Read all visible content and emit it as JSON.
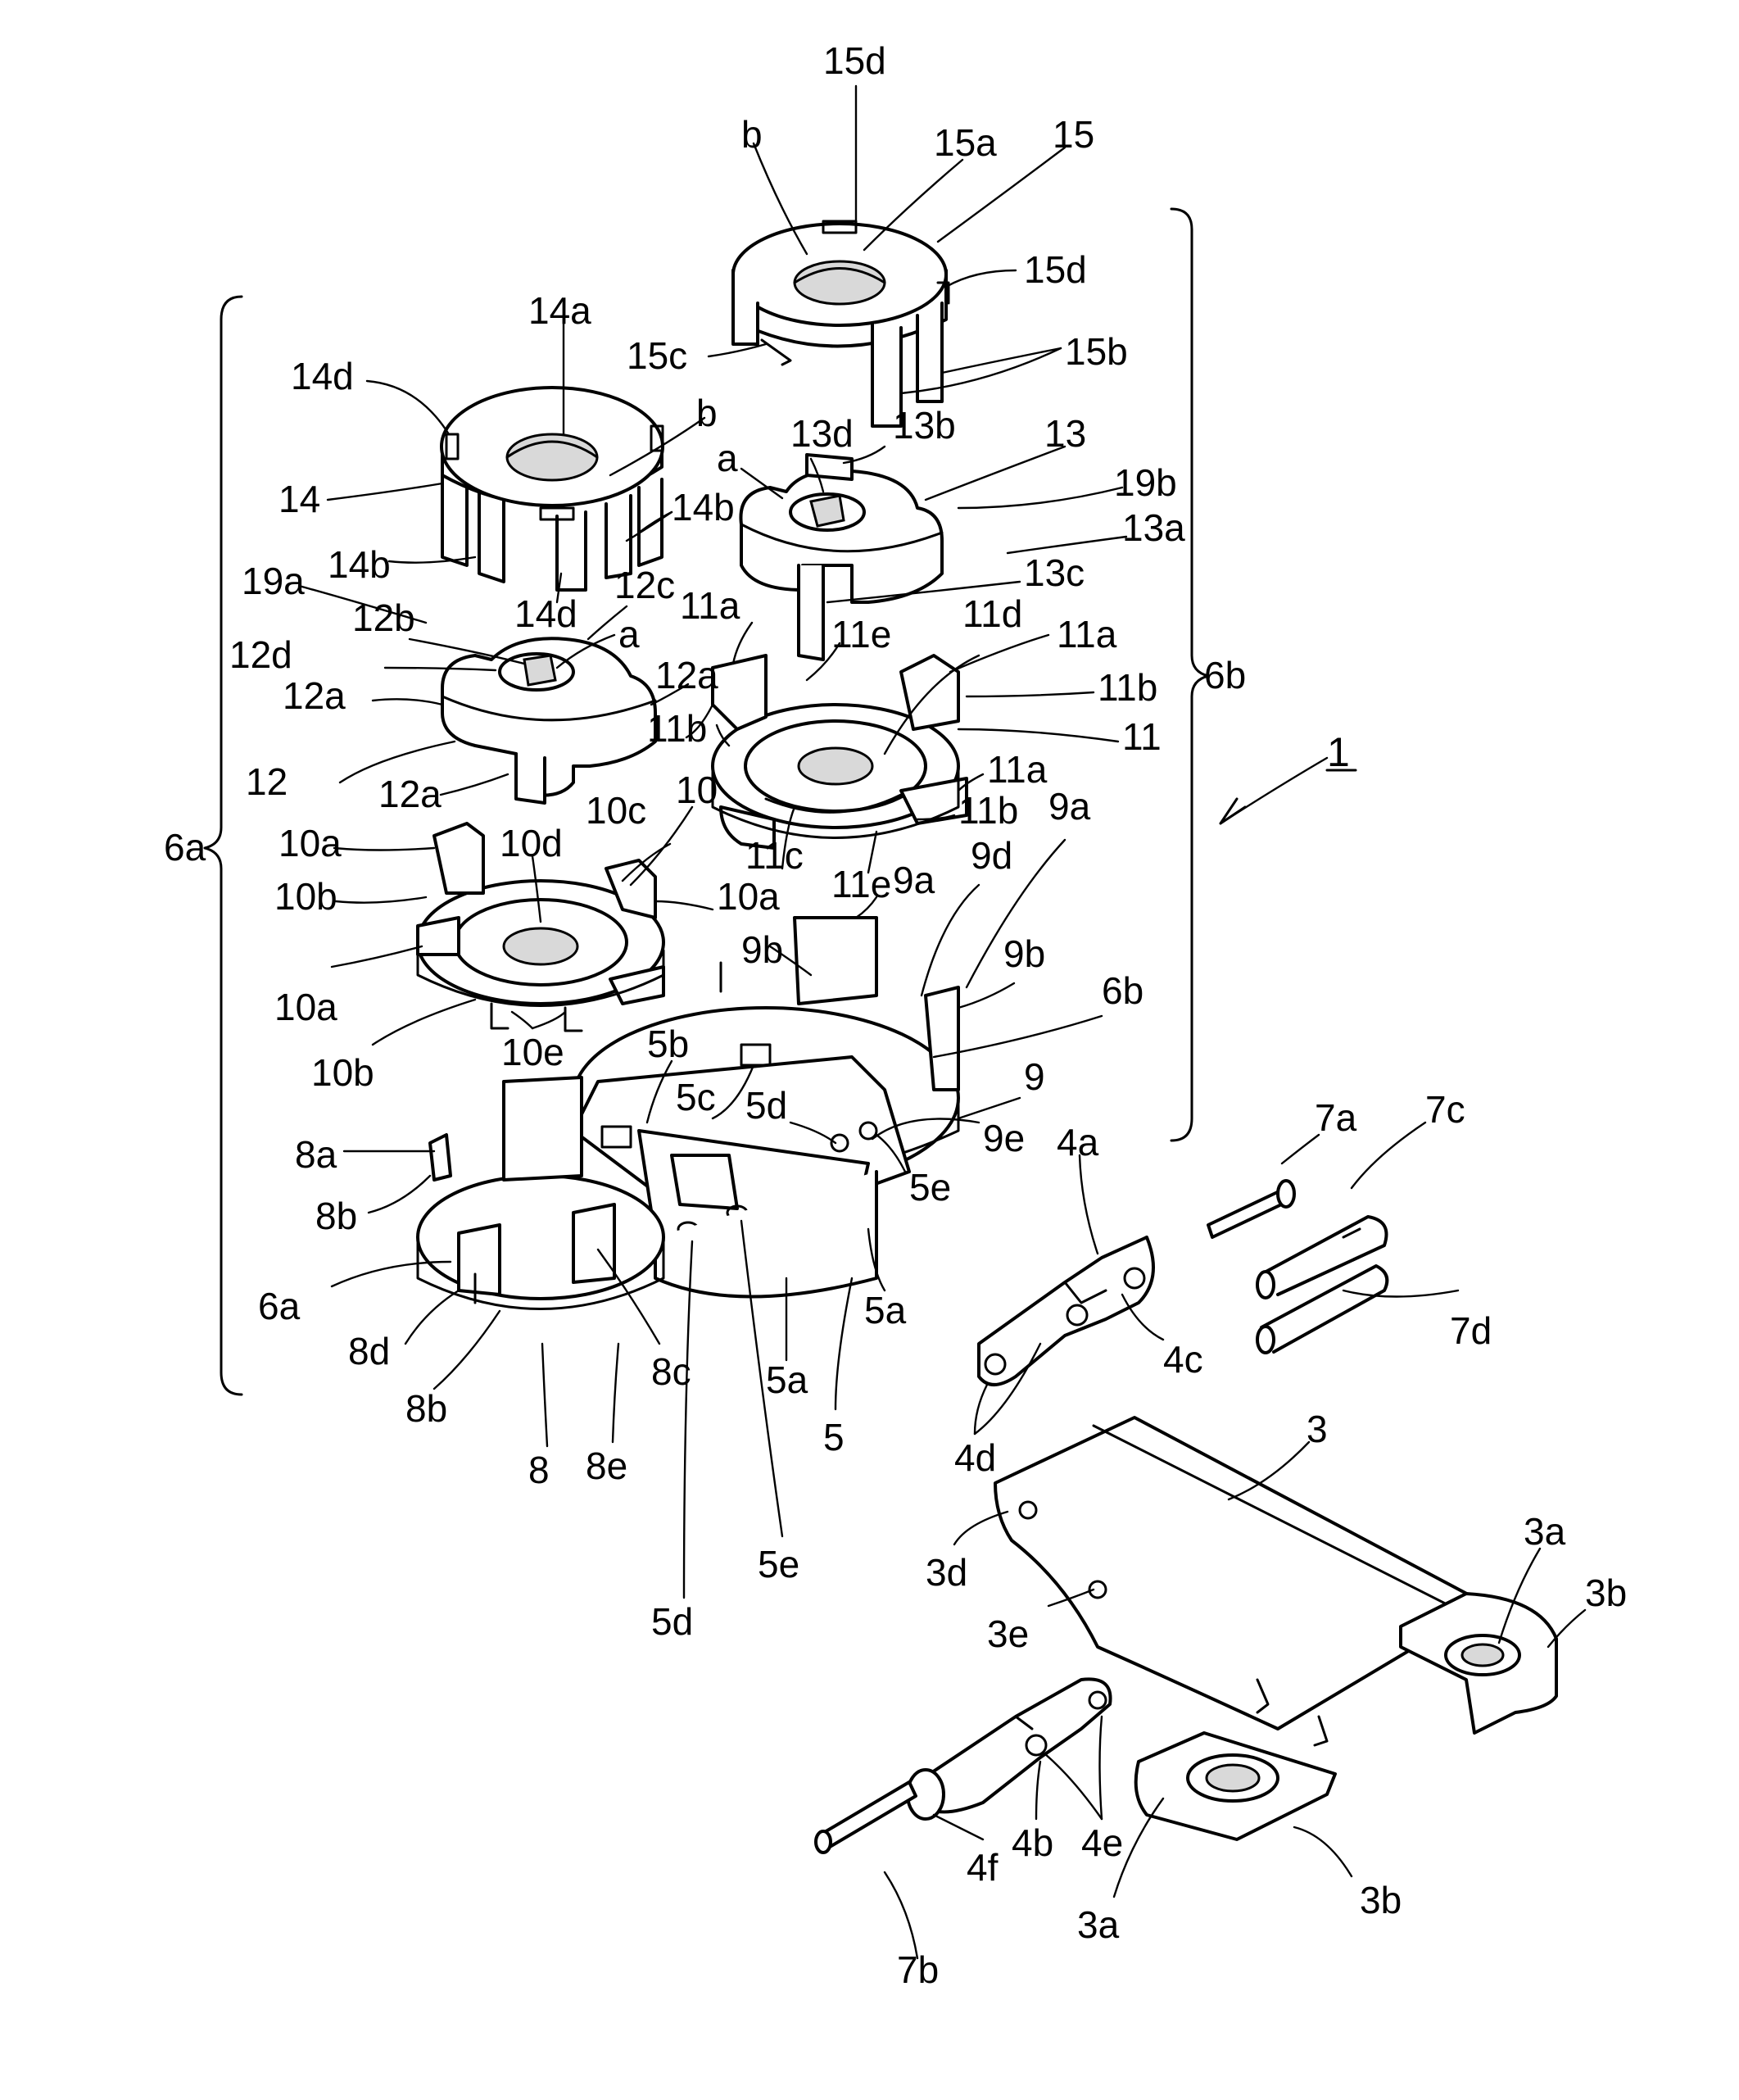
{
  "figure": {
    "labels": {
      "l15d_top": "15d",
      "l15": "15",
      "l15a": "15a",
      "lb_top": "b",
      "l15d_right": "15d",
      "l15c": "15c",
      "l15b": "15b",
      "l14a": "14a",
      "l14d_top": "14d",
      "lb_14": "b",
      "l14": "14",
      "l14b_right": "14b",
      "l14b_left": "14b",
      "l14d_bottom": "14d",
      "l12c": "12c",
      "l13d": "13d",
      "l13b": "13b",
      "l13": "13",
      "la_13": "a",
      "l19b": "19b",
      "l13a": "13a",
      "l13c": "13c",
      "l19a": "19a",
      "l12b": "12b",
      "la_12": "a",
      "l12d": "12d",
      "l12a_left": "12a",
      "l12a_right": "12a",
      "l12": "12",
      "l12a_bottom": "12a",
      "l11a_left": "11a",
      "l11e_top": "11e",
      "l11d": "11d",
      "l11a_right": "11a",
      "l11b_right": "11b",
      "l11b_left": "11b",
      "l11": "11",
      "l11a_low": "11a",
      "l11b_low": "11b",
      "l11c": "11c",
      "l11e_bottom": "11e",
      "l6b_brace": "6b",
      "l1": "1",
      "l6a_brace": "6a",
      "l10a_top": "10a",
      "l10d": "10d",
      "l10c": "10c",
      "l10": "10",
      "l10b_top": "10b",
      "l10a_right": "10a",
      "l10a_bottom": "10a",
      "l10b_bottom": "10b",
      "l10e": "10e",
      "l9a_left": "9a",
      "l9d": "9d",
      "l9a_right": "9a",
      "l9b_left": "9b",
      "l9b_right": "9b",
      "l6b_part": "6b",
      "l5b": "5b",
      "l5c": "5c",
      "l5d_top": "5d",
      "l9": "9",
      "l9e": "9e",
      "l5e_right": "5e",
      "l8a": "8a",
      "l8b_top": "8b",
      "l6a_part": "6a",
      "l8d": "8d",
      "l8b_bottom": "8b",
      "l8c": "8c",
      "l8": "8",
      "l8e": "8e",
      "l5a_right": "5a",
      "l5a_mid": "5a",
      "l5": "5",
      "l5d_bottom": "5d",
      "l5e_bottom": "5e",
      "l7a": "7a",
      "l7c": "7c",
      "l4a": "4a",
      "l7d": "7d",
      "l4c": "4c",
      "l4d": "4d",
      "l3": "3",
      "l3d": "3d",
      "l3e": "3e",
      "l3a_right": "3a",
      "l3b_right": "3b",
      "l4b": "4b",
      "l4e": "4e",
      "l4f": "4f",
      "l3a_bottom": "3a",
      "l3b_bottom": "3b",
      "l7b": "7b"
    }
  }
}
